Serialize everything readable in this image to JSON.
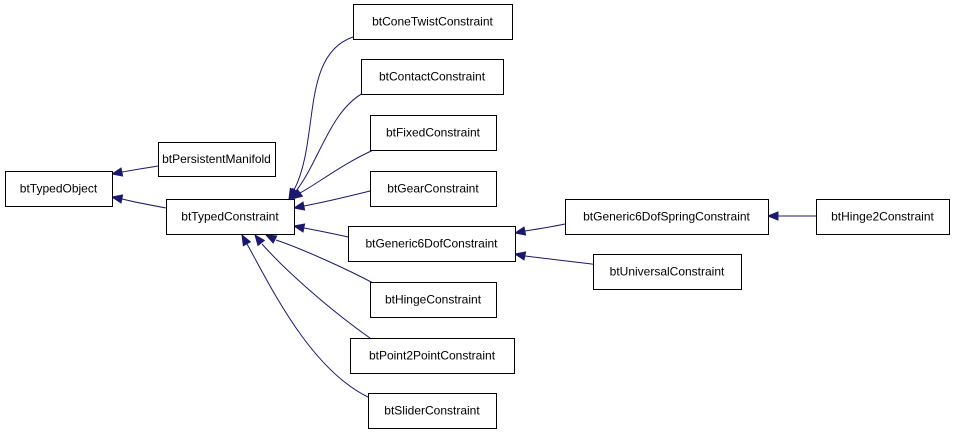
{
  "diagram": {
    "type": "class-inheritance-graph",
    "edge_color": "#191970",
    "nodes": [
      {
        "id": "btTypedObject",
        "label": "btTypedObject"
      },
      {
        "id": "btPersistentManifold",
        "label": "btPersistentManifold"
      },
      {
        "id": "btTypedConstraint",
        "label": "btTypedConstraint"
      },
      {
        "id": "btConeTwistConstraint",
        "label": "btConeTwistConstraint"
      },
      {
        "id": "btContactConstraint",
        "label": "btContactConstraint"
      },
      {
        "id": "btFixedConstraint",
        "label": "btFixedConstraint"
      },
      {
        "id": "btGearConstraint",
        "label": "btGearConstraint"
      },
      {
        "id": "btGeneric6DofConstraint",
        "label": "btGeneric6DofConstraint"
      },
      {
        "id": "btHingeConstraint",
        "label": "btHingeConstraint"
      },
      {
        "id": "btPoint2PointConstraint",
        "label": "btPoint2PointConstraint"
      },
      {
        "id": "btSliderConstraint",
        "label": "btSliderConstraint"
      },
      {
        "id": "btGeneric6DofSpringConstraint",
        "label": "btGeneric6DofSpringConstraint"
      },
      {
        "id": "btUniversalConstraint",
        "label": "btUniversalConstraint"
      },
      {
        "id": "btHinge2Constraint",
        "label": "btHinge2Constraint"
      }
    ],
    "edges": [
      {
        "from": "btPersistentManifold",
        "to": "btTypedObject"
      },
      {
        "from": "btTypedConstraint",
        "to": "btTypedObject"
      },
      {
        "from": "btConeTwistConstraint",
        "to": "btTypedConstraint"
      },
      {
        "from": "btContactConstraint",
        "to": "btTypedConstraint"
      },
      {
        "from": "btFixedConstraint",
        "to": "btTypedConstraint"
      },
      {
        "from": "btGearConstraint",
        "to": "btTypedConstraint"
      },
      {
        "from": "btGeneric6DofConstraint",
        "to": "btTypedConstraint"
      },
      {
        "from": "btHingeConstraint",
        "to": "btTypedConstraint"
      },
      {
        "from": "btPoint2PointConstraint",
        "to": "btTypedConstraint"
      },
      {
        "from": "btSliderConstraint",
        "to": "btTypedConstraint"
      },
      {
        "from": "btGeneric6DofSpringConstraint",
        "to": "btGeneric6DofConstraint"
      },
      {
        "from": "btUniversalConstraint",
        "to": "btGeneric6DofConstraint"
      },
      {
        "from": "btHinge2Constraint",
        "to": "btGeneric6DofSpringConstraint"
      }
    ]
  }
}
